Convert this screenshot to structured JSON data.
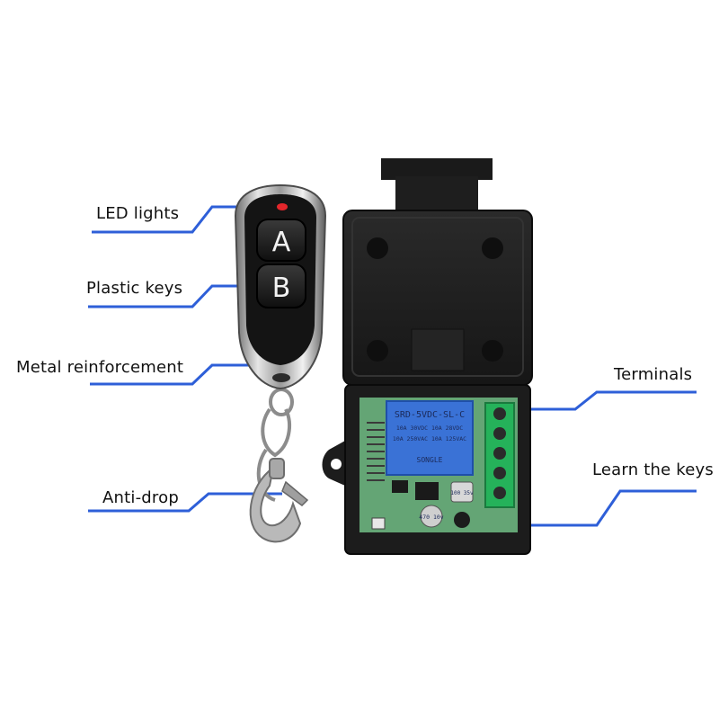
{
  "labels": {
    "led_lights": "LED lights",
    "plastic_keys": "Plastic keys",
    "metal_reinforcement": "Metal reinforcement",
    "anti_drop": "Anti-drop",
    "terminals": "Terminals",
    "learn_the_keys": "Learn the keys"
  },
  "remote": {
    "key_a": "A",
    "key_b": "B"
  },
  "relay": {
    "model": "SRD-5VDC-SL-C",
    "rating_1": "10A 30VDC 10A 28VDC",
    "rating_2": "10A 250VAC 10A 125VAC",
    "brand": "SONGLE"
  },
  "capacitors": {
    "large": "470 10v",
    "small": "100 35v"
  },
  "colors": {
    "callout_line": "#2e5fd8",
    "case_black": "#1e1e1e",
    "relay_blue": "#3a72d6",
    "pcb_green": "#2f8a4c",
    "terminal_green": "#25b25a",
    "led_red": "#e3262b"
  }
}
